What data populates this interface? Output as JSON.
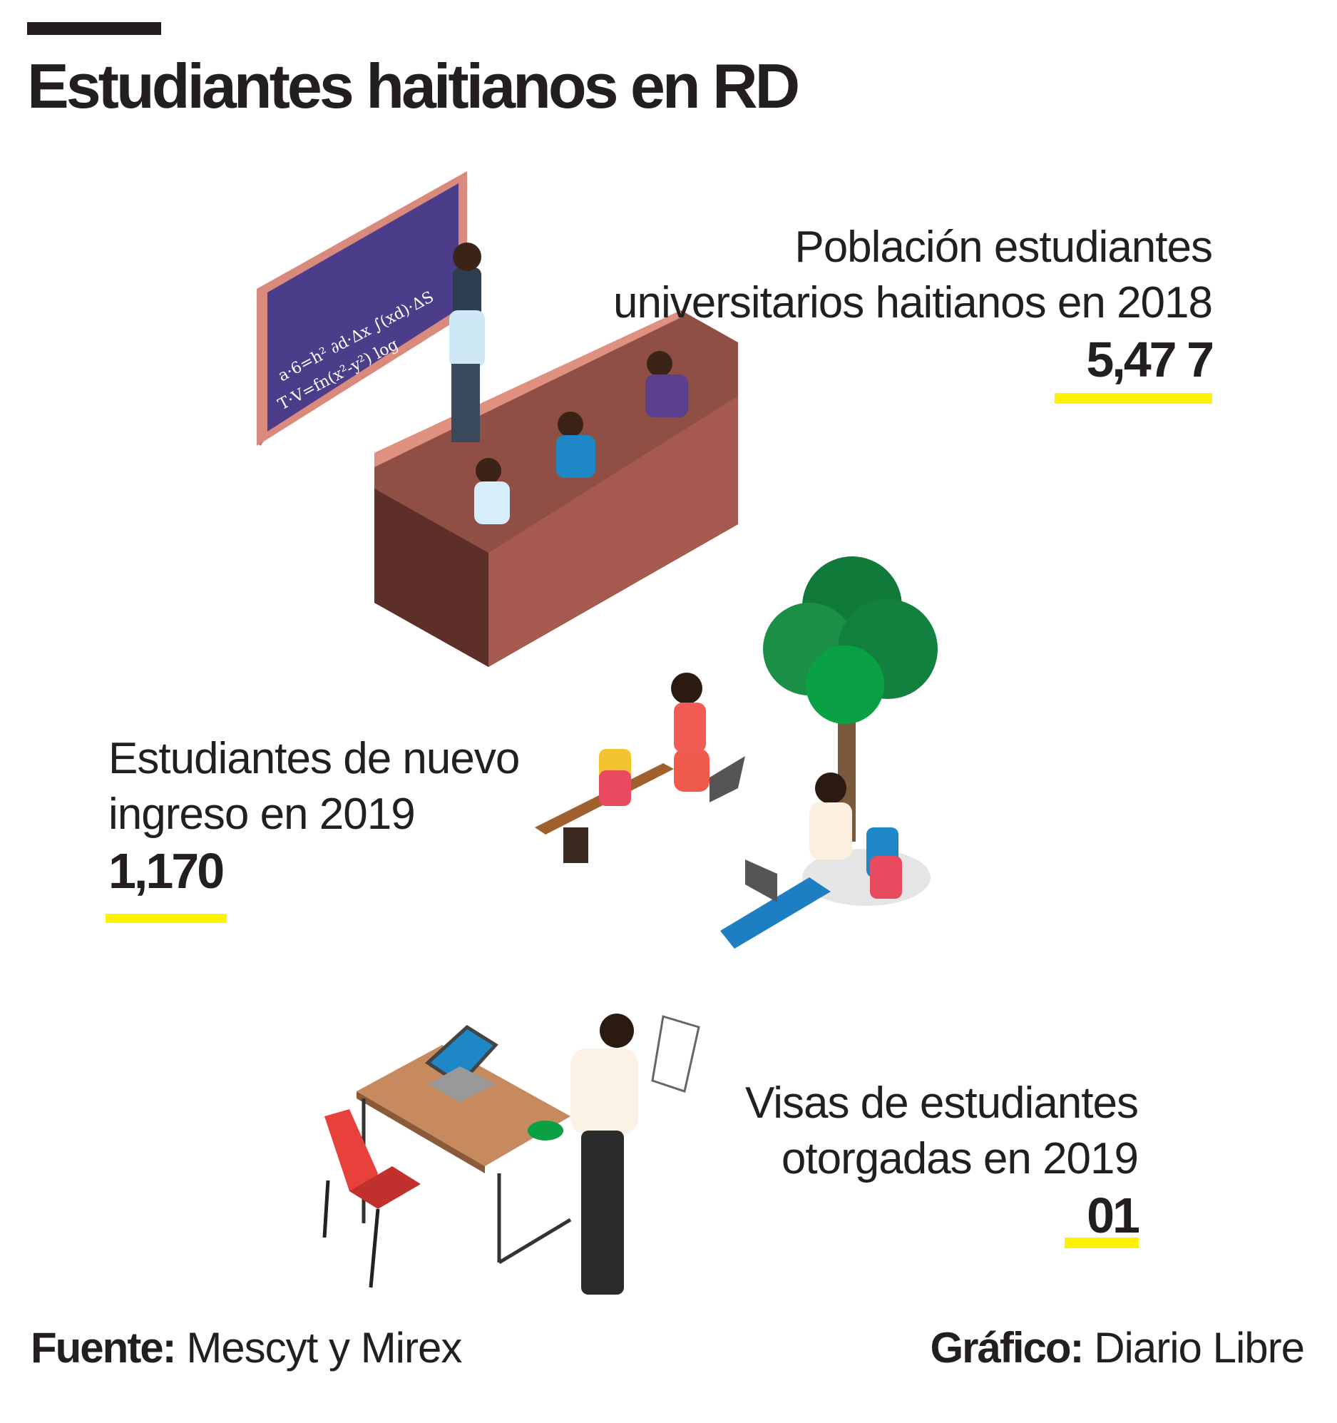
{
  "title": "Estudiantes haitianos en RD",
  "stats": [
    {
      "line1": "Población estudiantes",
      "line2": "universitarios haitianos en 2018",
      "value": "5,47 7"
    },
    {
      "line1": "Estudiantes de nuevo",
      "line2": "ingreso en 2019",
      "value": "1,170"
    },
    {
      "line1": "Visas de estudiantes",
      "line2": "otorgadas en 2019",
      "value": "01"
    }
  ],
  "footer": {
    "source_label": "Fuente:",
    "source_value": "Mescyt y Mirex",
    "credit_label": "Gráfico:",
    "credit_value": "Diario Libre"
  },
  "colors": {
    "accent": "#fff200",
    "text": "#231f20"
  },
  "illustrations": [
    "classroom-illustration",
    "students-under-tree-illustration",
    "visa-desk-illustration"
  ]
}
